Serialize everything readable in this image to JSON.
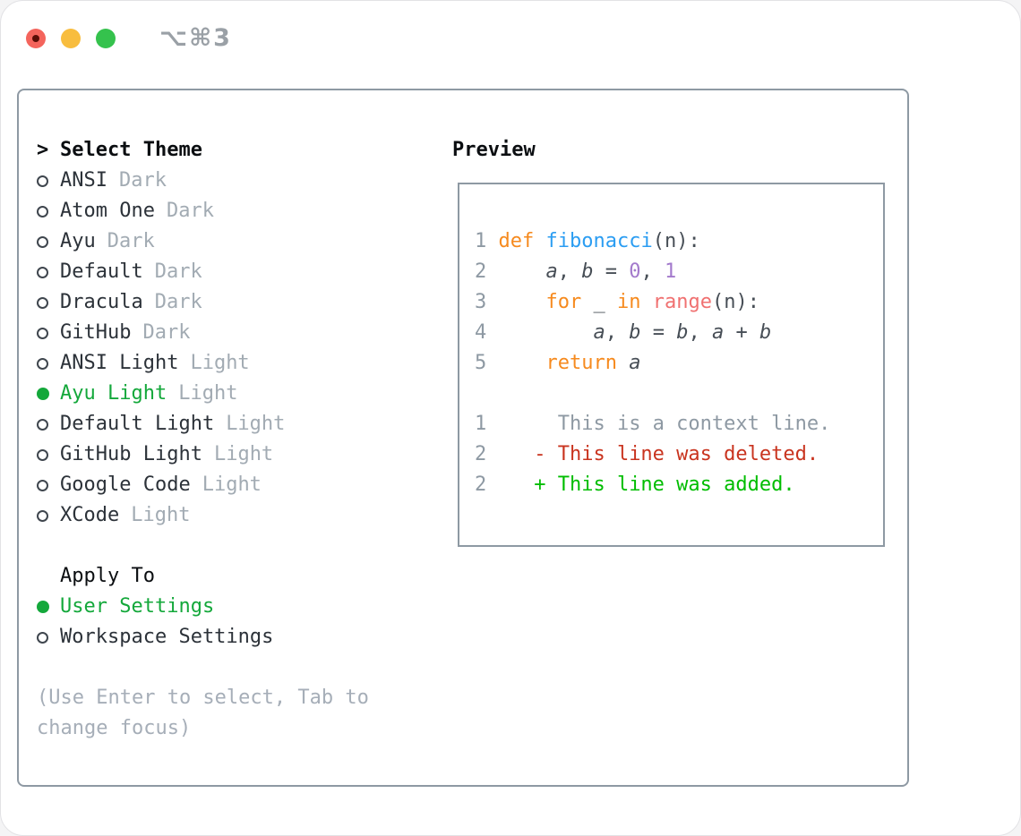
{
  "window": {
    "title": "⌥⌘3",
    "traffic_lights": [
      {
        "name": "close",
        "color": "#f4645c"
      },
      {
        "name": "minimize",
        "color": "#f8bd3e"
      },
      {
        "name": "zoom",
        "color": "#35c24d"
      }
    ]
  },
  "theme_picker": {
    "prompt": ">",
    "title": "Select Theme",
    "themes": [
      {
        "name": "ANSI",
        "tag": "Dark",
        "selected": false
      },
      {
        "name": "Atom One",
        "tag": "Dark",
        "selected": false
      },
      {
        "name": "Ayu",
        "tag": "Dark",
        "selected": false
      },
      {
        "name": "Default",
        "tag": "Dark",
        "selected": false
      },
      {
        "name": "Dracula",
        "tag": "Dark",
        "selected": false
      },
      {
        "name": "GitHub",
        "tag": "Dark",
        "selected": false
      },
      {
        "name": "ANSI Light",
        "tag": "Light",
        "selected": false
      },
      {
        "name": "Ayu Light",
        "tag": "Light",
        "selected": true
      },
      {
        "name": "Default Light",
        "tag": "Light",
        "selected": false
      },
      {
        "name": "GitHub Light",
        "tag": "Light",
        "selected": false
      },
      {
        "name": "Google Code",
        "tag": "Light",
        "selected": false
      },
      {
        "name": "XCode",
        "tag": "Light",
        "selected": false
      }
    ],
    "apply_to": {
      "title": "Apply To",
      "options": [
        {
          "name": "User Settings",
          "selected": true
        },
        {
          "name": "Workspace Settings",
          "selected": false
        }
      ]
    },
    "hint": "(Use Enter to select, Tab to change focus)"
  },
  "preview": {
    "title": "Preview",
    "code_lines": [
      {
        "tokens": [
          [
            "1 ",
            "ln"
          ],
          [
            "def ",
            "kw"
          ],
          [
            "fibonacci",
            "fn"
          ],
          [
            "(n):",
            "fg"
          ]
        ]
      },
      {
        "tokens": [
          [
            "2",
            "ln"
          ],
          [
            "     ",
            "fg"
          ],
          [
            "a",
            "var"
          ],
          [
            ", ",
            "fg"
          ],
          [
            "b",
            "var"
          ],
          [
            " = ",
            "fg"
          ],
          [
            "0",
            "num"
          ],
          [
            ", ",
            "fg"
          ],
          [
            "1",
            "num"
          ]
        ]
      },
      {
        "tokens": [
          [
            "3",
            "ln"
          ],
          [
            "     ",
            "fg"
          ],
          [
            "for",
            "kw"
          ],
          [
            " _ ",
            "fg"
          ],
          [
            "in",
            "kw"
          ],
          [
            " ",
            "fg"
          ],
          [
            "range",
            "err"
          ],
          [
            "(n):",
            "fg"
          ]
        ]
      },
      {
        "tokens": [
          [
            "4",
            "ln"
          ],
          [
            "         ",
            "fg"
          ],
          [
            "a",
            "var"
          ],
          [
            ", ",
            "fg"
          ],
          [
            "b",
            "var"
          ],
          [
            " = ",
            "fg"
          ],
          [
            "b",
            "var"
          ],
          [
            ", ",
            "fg"
          ],
          [
            "a",
            "var"
          ],
          [
            " + ",
            "fg"
          ],
          [
            "b",
            "var"
          ]
        ]
      },
      {
        "tokens": [
          [
            "5",
            "ln"
          ],
          [
            "     ",
            "fg"
          ],
          [
            "return ",
            "kw"
          ],
          [
            "a",
            "var"
          ]
        ]
      },
      {
        "tokens": []
      },
      {
        "tokens": [
          [
            "1",
            "ln"
          ],
          [
            "      This is a context line.",
            "ctx"
          ]
        ]
      },
      {
        "tokens": [
          [
            "2",
            "ln"
          ],
          [
            "    - This line was deleted.",
            "del"
          ]
        ]
      },
      {
        "tokens": [
          [
            "2",
            "ln"
          ],
          [
            "    + This line was added.",
            "add"
          ]
        ]
      }
    ]
  },
  "colors": {
    "kw": "#f68a1e",
    "fn": "#2b9df2",
    "err": "#f07171",
    "num": "#a37acc",
    "fg": "#474e56",
    "ln": "#8e99a3",
    "ctx": "#8e99a3",
    "del": "#c9341f",
    "add": "#00bd00",
    "selected": "#14a83b",
    "tag": "#a2abb3",
    "item": "#2c3239",
    "header": "#0b0e11",
    "hint": "#a6aeb8",
    "panel_border": "#8e99a3",
    "title": "#9aa0a6"
  }
}
